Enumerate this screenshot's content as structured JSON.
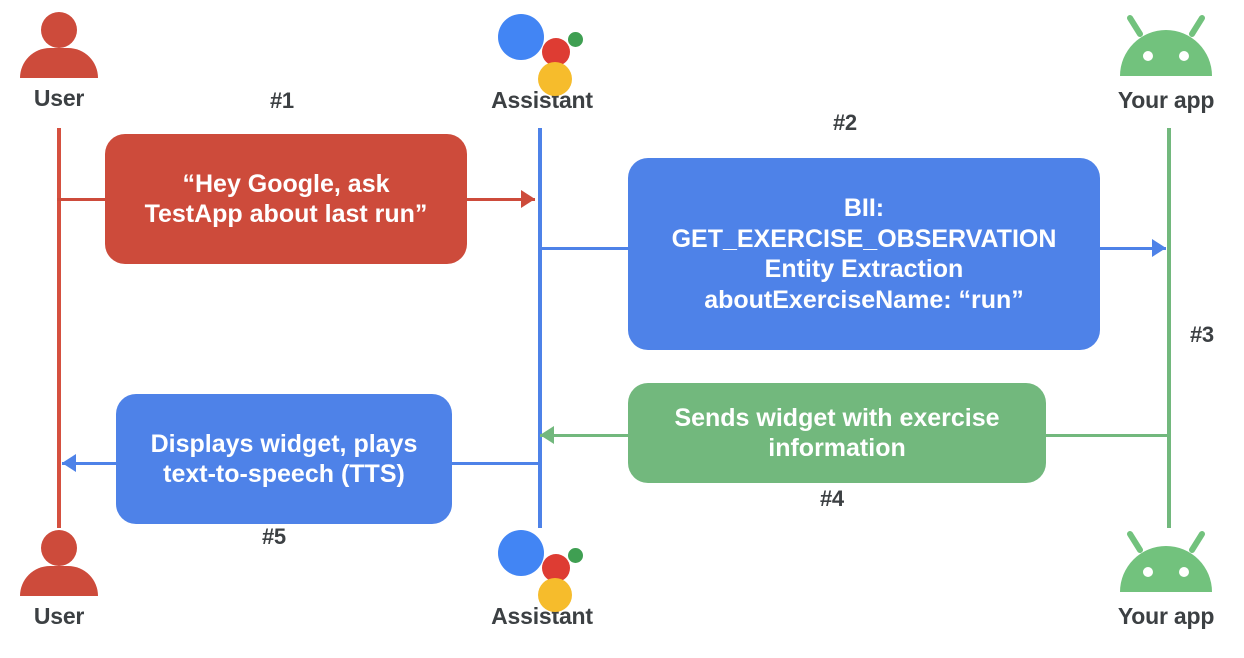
{
  "diagram": {
    "title": "Google Assistant App Actions sequence",
    "colors": {
      "user_red": "#cd4b3b",
      "assistant_blue": "#4e82e8",
      "app_green": "#72b87d",
      "label_gray": "#3c4043",
      "assistant_logo_blue": "#4285f4",
      "assistant_logo_red": "#de3c33",
      "assistant_logo_green": "#3f9f52",
      "assistant_logo_yellow": "#f6bc2c"
    }
  },
  "actors": {
    "top": [
      {
        "id": "user",
        "label": "User",
        "icon": "person-icon"
      },
      {
        "id": "assistant",
        "label": "Assistant",
        "icon": "google-assistant-icon"
      },
      {
        "id": "app",
        "label": "Your app",
        "icon": "android-robot-icon"
      }
    ],
    "bottom": [
      {
        "id": "user",
        "label": "User",
        "icon": "person-icon"
      },
      {
        "id": "assistant",
        "label": "Assistant",
        "icon": "google-assistant-icon"
      },
      {
        "id": "app",
        "label": "Your app",
        "icon": "android-robot-icon"
      }
    ]
  },
  "steps": [
    {
      "number": "#1",
      "color": "red",
      "text": "“Hey Google, ask\nTestApp about last run”",
      "from": "user",
      "to": "assistant"
    },
    {
      "number": "#2",
      "color": "blue",
      "text": "BII:\nGET_EXERCISE_OBSERVATION\nEntity Extraction\naboutExerciseName: “run”",
      "from": "assistant",
      "to": "app"
    },
    {
      "number": "#3",
      "color": "blue",
      "text": "",
      "from": "assistant",
      "to": "app"
    },
    {
      "number": "#4",
      "color": "green",
      "text": "Sends widget with exercise\ninformation",
      "from": "app",
      "to": "assistant"
    },
    {
      "number": "#5",
      "color": "blue",
      "text": "Displays widget, plays\ntext-to-speech (TTS)",
      "from": "assistant",
      "to": "user"
    }
  ]
}
